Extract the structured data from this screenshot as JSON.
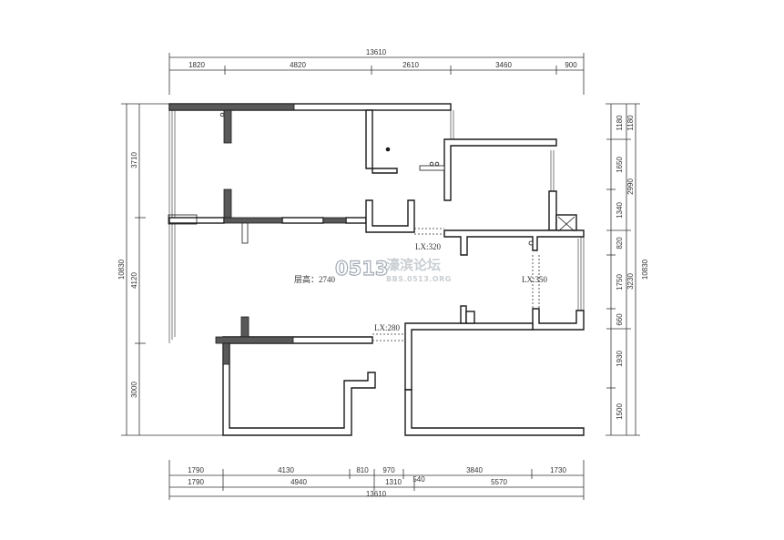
{
  "dimensions": {
    "top_total": "13610",
    "top_segments": [
      "1820",
      "4820",
      "2610",
      "3460",
      "900"
    ],
    "bottom_row1": [
      "1790",
      "4130",
      "810",
      "970",
      "3840",
      "1730"
    ],
    "bottom_row2": [
      "1790",
      "4940",
      "1310",
      "540",
      "5570"
    ],
    "bottom_total": "13610",
    "left_segments": [
      "3710",
      "4120",
      "3000"
    ],
    "left_total": "10830",
    "right_inner": [
      "1180",
      "1650",
      "1340",
      "820",
      "1750",
      "660",
      "1930",
      "1500"
    ],
    "right_middle": [
      "1180",
      "2990",
      "3230"
    ],
    "right_total": "10830"
  },
  "annotations": {
    "ceiling_height": "层高：2740",
    "lx_top": "LX:320",
    "lx_right": "LX:350",
    "lx_bottom": "LX:280"
  },
  "watermark": {
    "number": "0513",
    "site_name": "濠滨论坛",
    "url": "BBS.0513.ORG"
  },
  "colors": {
    "wall": "#1a1a1a",
    "structural_wall": "#595959",
    "dimension_line": "#333333",
    "watermark": "#c4c9ce"
  }
}
